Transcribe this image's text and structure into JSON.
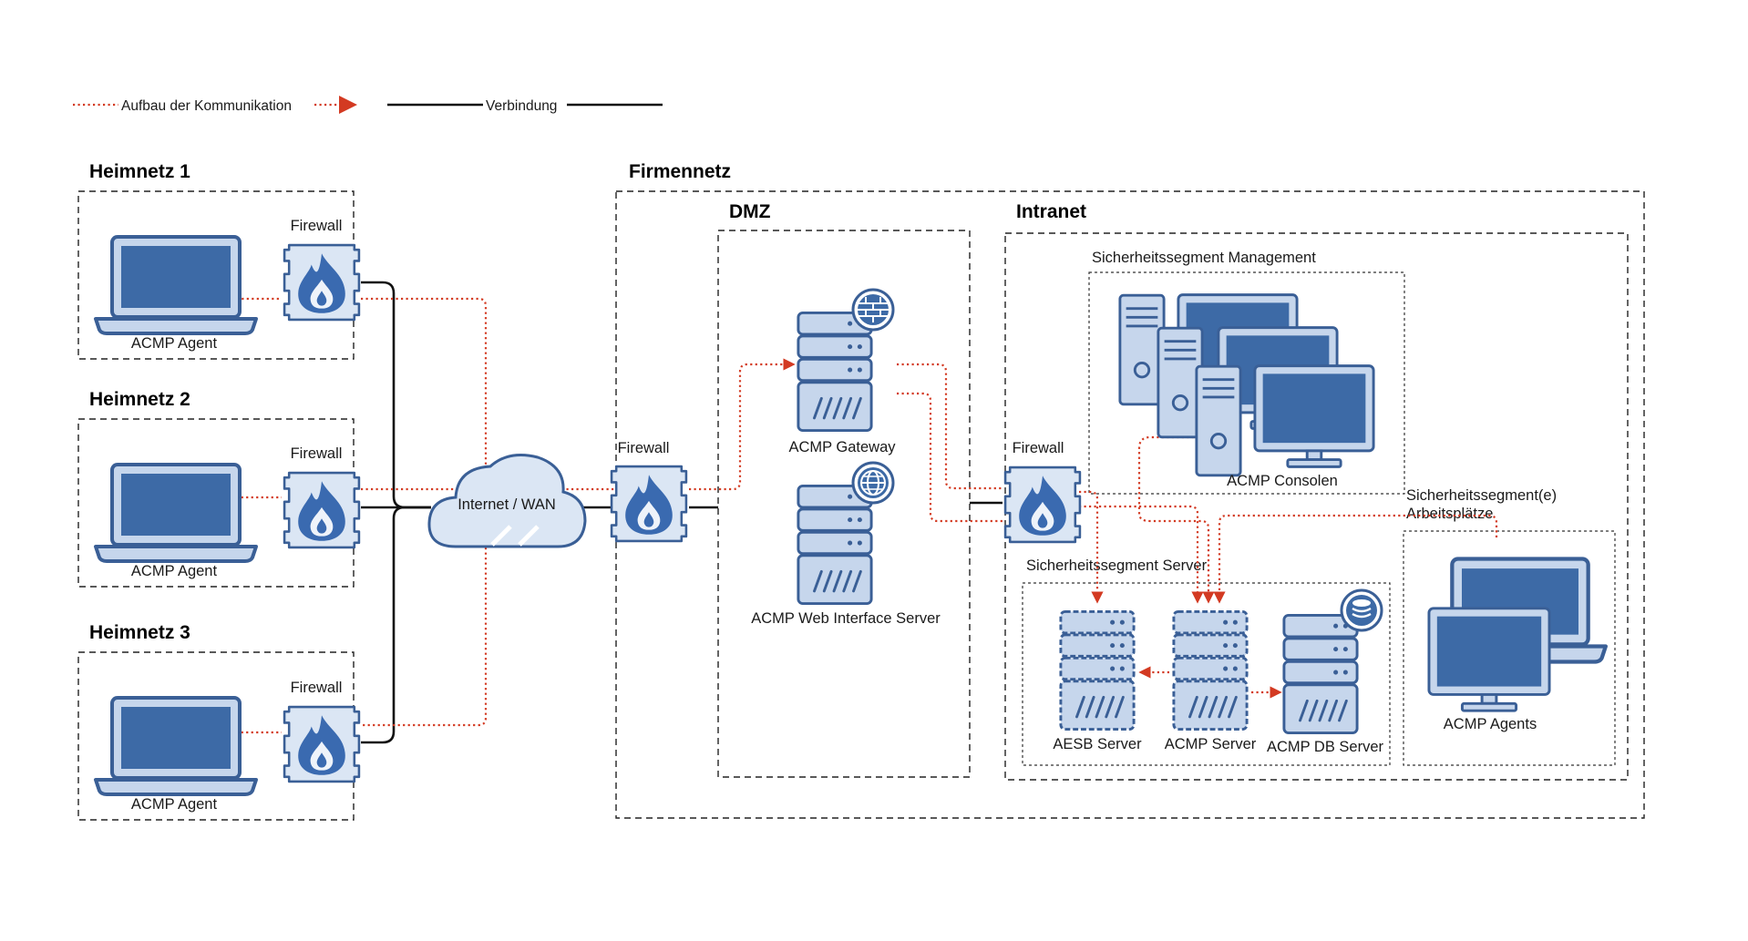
{
  "legend": {
    "communication_label": "Aufbau der Kommunikation",
    "connection_label": "Verbindung"
  },
  "zones": {
    "heimnetz_1": "Heimnetz 1",
    "heimnetz_2": "Heimnetz 2",
    "heimnetz_3": "Heimnetz 3",
    "firmennetz": "Firmennetz",
    "dmz": "DMZ",
    "intranet": "Intranet",
    "segment_management": "Sicherheitssegment Management",
    "segment_server": "Sicherheitssegment Server",
    "segment_workplaces_line1": "Sicherheitssegment(e)",
    "segment_workplaces_line2": "Arbeitsplätze"
  },
  "nodes": {
    "agent": "ACMP Agent",
    "firewall": "Firewall",
    "internet": "Internet / WAN",
    "gateway": "ACMP Gateway",
    "web_interface": "ACMP Web Interface Server",
    "consoles": "ACMP Consolen",
    "aesb": "AESB Server",
    "acmp_server": "ACMP Server",
    "db_server": "ACMP DB Server",
    "agents": "ACMP Agents"
  },
  "colors": {
    "icon_fill": "#c6d6ec",
    "icon_stroke": "#3a5f96",
    "screen": "#3d6aa6",
    "communication": "#d33a22",
    "connection": "#111111"
  }
}
